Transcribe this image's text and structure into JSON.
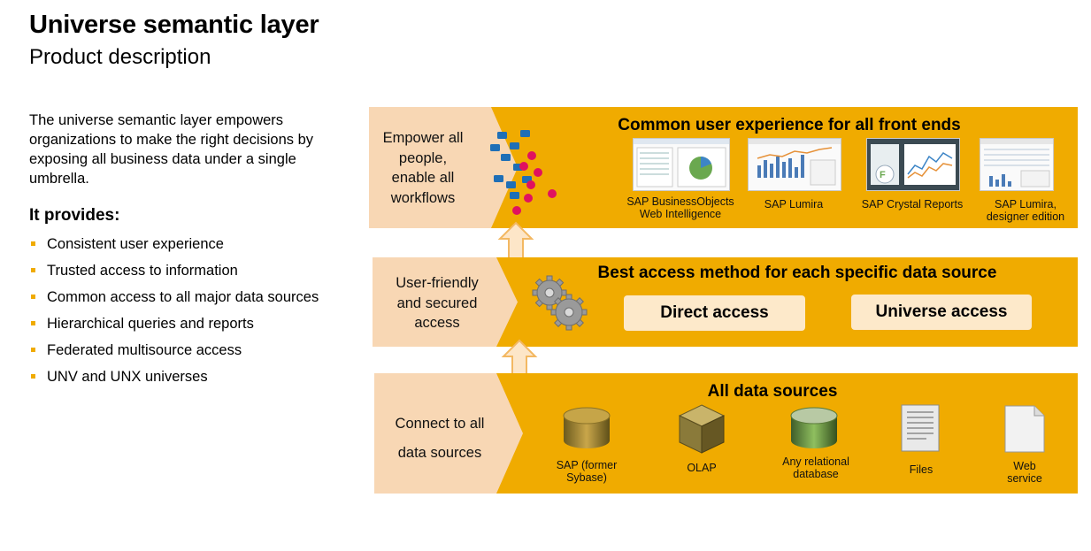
{
  "title": "Universe semantic layer",
  "subtitle": "Product description",
  "intro": "The universe semantic layer empowers organizations to make the right decisions by exposing all business data under a single umbrella.",
  "provides_heading": "It provides:",
  "bullets": [
    "Consistent user experience",
    "Trusted access to information",
    "Common access to all major data sources",
    "Hierarchical queries and reports",
    "Federated multisource access",
    "UNV and UNX universes"
  ],
  "tiers": {
    "top": {
      "left_label_lines": [
        "Empower all",
        "people,",
        "enable all",
        "workflows"
      ],
      "heading": "Common user experience for all front ends",
      "apps": [
        {
          "label_lines": [
            "SAP BusinessObjects",
            "Web Intelligence"
          ],
          "icon": "webi-screenshot-icon"
        },
        {
          "label_lines": [
            "SAP Lumira"
          ],
          "icon": "lumira-screenshot-icon"
        },
        {
          "label_lines": [
            "SAP Crystal Reports"
          ],
          "icon": "crystal-reports-screenshot-icon"
        },
        {
          "label_lines": [
            "SAP Lumira,",
            "designer edition"
          ],
          "icon": "lumira-designer-screenshot-icon"
        }
      ]
    },
    "middle": {
      "left_label_lines": [
        "User-friendly",
        "and secured",
        "access"
      ],
      "heading": "Best access method for each specific data source",
      "buttons": [
        "Direct access",
        "Universe access"
      ],
      "icon": "gears-icon"
    },
    "bottom": {
      "left_label_lines": [
        "Connect to all",
        "data sources"
      ],
      "heading": "All data sources",
      "sources": [
        {
          "label_lines": [
            "SAP (former",
            "Sybase)"
          ],
          "icon": "database-cylinder-icon"
        },
        {
          "label_lines": [
            "OLAP"
          ],
          "icon": "olap-cube-icon"
        },
        {
          "label_lines": [
            "Any relational",
            "database"
          ],
          "icon": "relational-db-icon"
        },
        {
          "label_lines": [
            "Files"
          ],
          "icon": "file-document-icon"
        },
        {
          "label_lines": [
            "Web",
            "service"
          ],
          "icon": "web-service-page-icon"
        }
      ]
    }
  },
  "colors": {
    "accent": "#f0ab00",
    "chevron": "#f8d7b4",
    "button": "#fde9ca",
    "arrow_fill": "#fde6c8",
    "arrow_stroke": "#f3b862"
  }
}
